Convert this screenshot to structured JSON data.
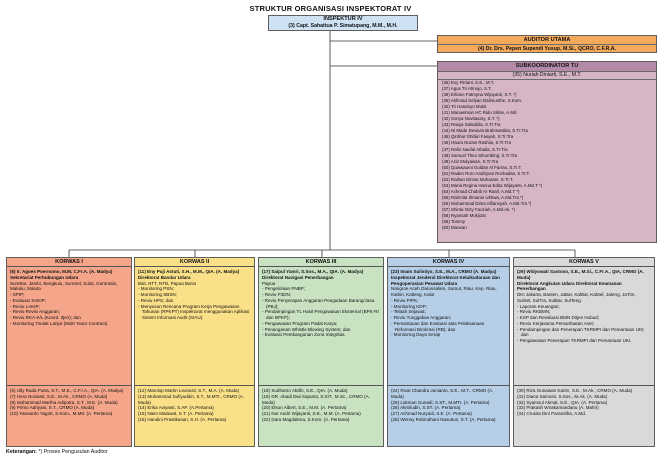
{
  "title": "STRUKTUR ORGANISASI INSPEKTORAT IV",
  "inspektur": {
    "role": "INSPEKTUR IV",
    "name": "(3) Capt. Sahattua P. Simatupang, M.M., M.H."
  },
  "auditor_utama": {
    "role": "AUDITOR UTAMA",
    "name": "(4) Dr. Drs. Pepen Supendi Yusup, M.Si., QCRO, C.F.R.A."
  },
  "subkoordinator": {
    "role": "SUBKOORDINATOR TU",
    "head": "(35) Nuriah Diniarti, S.E., M.T.",
    "staff": [
      "(36) Evy Fitriani, S.E., M.T.",
      "(37) Agus Tri Atmojo, S.T.",
      "(38) Erliane Fatmyna Wijayanti, S.T. *)",
      "(39) Akhmad Sofyan Dalimunthe, S.Kom.",
      "(40) Tri Handoyo Mukti",
      "(41) Manuelman HC Rido Sihite, A.Md",
      "(42) Sonya Novitasary, S.T. *)",
      "(43) Rasya Salsabila, S.Tr.Tra",
      "(44) Ni Made Dewivia Brahmantika, S.Tr.Tra",
      "(45) Qinthar Ghifari Fasyah, S.Tr.Tra",
      "(46) Haura Nurani Rashiia, S.Tr.Tra",
      "(47) Rafio Naufal Athalla, S.Tr.Tra",
      "(48) Samuel Theo Sihombing, S.Tr.Tra",
      "(49) Aziz Mulyawan, S.Tr.Tra",
      "(50) Quwwaumi Goldan Al Farras, S.Tr.T.",
      "(51) Raden Roro Andriyani Rochadita, S.Tr.T.",
      "(52) Raihan Dimas Muharam, S.Tr.T.",
      "(53) Maria Regina Hanna Edita Wijayanti, A.Md.T *)",
      "(54) Achmad Chabib Ar Raaif, A.Md.T *)",
      "(55) Rahmita Ihmanie Ukhwa, A.Md.Tra *)",
      "(56) Muhammad Dima Alfiansyah, A.Md.Tra *)",
      "(57) Shinta Octy Faoziah, A.Md.Ak. *)",
      "(58) Ryansah Mukjizat",
      "(59) Tommy",
      "(60) Marwan"
    ]
  },
  "korwas": [
    {
      "title": "KORWAS I",
      "head": "(5) Ir. Agoes Poernomo, M.M, C.Fr.A. (A. Madya)",
      "unit": "Sekretariat Perhubungan Udara",
      "region": "SumBar, Jambi, Bengkulu, SumSel, Sulut, Gorontalo, Maluku, Maluta",
      "tasks": [
        "SPIP;",
        "Evaluasi SAKIP;",
        "Reviu LAKIP;",
        "Reviu Revisi Anggaran;",
        "Reviu RKA-K/L (Koord. Itjen); dan",
        "Monitoring Tindak Lanjut (Multi Years Contract)."
      ],
      "staff": [
        "(6) Ully Rada Putra, S.T., M.E., C.F.r.A., QIA. (A. Madya)",
        "(7) Hera Novianti, S.E., M.Ak., CRMO (A. Muda)",
        "(8) Muhammad Martha Adiputra, S.T., M.E. (A. Muda)",
        "(9) Primo Adriyani, S.T., CRMO (A. Muda)",
        "(10) Yanoardo Yagob, S.Kom., M.Mtr. (A. Pertama)"
      ]
    },
    {
      "title": "KORWAS II",
      "head": "(11) Eny Puji Astuti, S.H., M.M., QIA. (A. Madya)",
      "unit": "Direktorat Bandar Udara",
      "region": "Bali, NTT, NTB, Papua Barat",
      "tasks": [
        "Monitoring PSN;",
        "Monitoring SBSN;",
        "Reviu HPS; dan",
        "Menyusun Rencana Program Kerja Pengawasan Tahunan (RPKPT) Inspektorat menggunakan Aplikasi Sistem Informasi Audit (SIAU)."
      ],
      "staff": [
        "(12) Marolop Martin Leonard, S.T., M.A. (A. Muda)",
        "(13) Muhammad Sofiyuddin, S.T., M.MTr., CRMO (A. Muda)",
        "(14) Erika Aviyanti, S.AP. (A.Pertama)",
        "(15) Naim Malawat, S.T. (A. Pertama)",
        "(16) Handini Prastikasari, S.H. (A. Pertama)"
      ]
    },
    {
      "title": "KORWAS III",
      "head": "(17) Saipul Yamri, S.Sos., M.A., QIA. (A. Madya)",
      "unit": "Direktorat Navigasi Penerbangan",
      "region": "Papua",
      "tasks": [
        "Pengelolaan PNBP;",
        "Reviu P3DN;",
        "Reviu Penyerapan Anggaran Pengadaan Barang/Jasa (PBJ);",
        "Pendampingan TL Hasil Pengawasan Eksternal (BPK-RI dan BPKP);",
        "Pengawasan Program Padat Karya;",
        "Penanganan Whistle Blowing System; dan",
        "Evaluasi Pembangunan Zona Integritas."
      ],
      "staff": [
        "(18) Sudharso Abdhi, S.E., QIA. (A. Muda)",
        "(19) DR. Abadi Dwi Saputra, S.SiT., M.Sc., CRMO (A. Muda)",
        "(20) Elson Albert, S.E., M.M. (A. Pertama)",
        "(21) Nur Andri Wijayanti, S.E., M.M. (A. Pertama)",
        "(22) Dara Magdalena, S.Kom. (A. Pertama)"
      ]
    },
    {
      "title": "KORWAS IV",
      "head": "(23) Imam Sulistiyo, S.E., M.A., CRMO (A. Madya)",
      "unit": "Inspektorat Jenderal Direktorat Kelaikudaraan dan Pengoperasian Pesawat Udara",
      "region": "Nangroe Aceh Darussalam, Sumut, Riau, Kep. Riau, Kaltim, Kalteng, Kalut",
      "tasks": [
        "Reviu PIPK;",
        "Monitoring KDP;",
        "Telaah Sejawat;",
        "Reviu Tunggakan Anggaran;",
        "Pemantauan dan Evaluasi atas Pelaksanaan Reformasi Birokrasi (RB); dan",
        "Monitoring Daya Serap"
      ],
      "staff": [
        "(24) Rivai Chandra Junianto, S.E., M.T., CRMO (A. Muda)",
        "(25) Lukman Gunadi, S.ST., M.MTr. (A. Pertama)",
        "(26) Akmiludin, S.ST. (A. Pertama)",
        "(27) Achmad Nuryadi, S.E. (A. Pertama)",
        "(28) Wenny Rahmdhani Nasution, S.T. (A. Pertama)"
      ]
    },
    {
      "title": "KORWAS V",
      "head": "(29) Widyowati Santoso, S.E., M.Si., C.Fr.A., QIA, CRMO (A. Muda)",
      "unit": "Direktorat Angkutan Udara Direktorat Keamanan Penerbangan",
      "region": "DKI Jakarta, Banten, JaBar, KalBar, KalSel, Jateng, JaTim, SulSel, SulTra, SulBar, SulTeng",
      "tasks": [
        "Laporan Keuangan;",
        "Reviu RKBMN;",
        "KSP dan Revaluasi BMN Ditjen Hubud;",
        "Reviu Kerjasama Pemanfaatan Aset;",
        "Pendampingan dan Penerapan TKRMPI dan Pemantuan UKI; dan",
        "Pengawasan Penerapan TKRMPI dan Pemantuan UKI."
      ],
      "staff": [
        "(30) Riza Gunawan Karim, S.E., M.Ak., CRMO (A. Muda)",
        "(31) Diana Samosir, S.Sos., M.Ak. (A. Muda)",
        "(32) Syamsul Akmal, S.E., QIA. (A. Pertama)",
        "(33) Prakash Wirakamandanu (A. Mahir)",
        "(34) Crusita Dini Paramitha, A.Md."
      ]
    }
  ],
  "legend": {
    "label": "Keterangan:",
    "text": "*) Proses Pengusulan Auditor"
  },
  "colors": {
    "inspektur": "#cfe2f3",
    "auditor": "#f4a95b",
    "subkoor": "#d6b5c7",
    "subkoor_hdr": "#9e6f93",
    "korwas": [
      "#f4a58a",
      "#fbe08a",
      "#c8e2c2",
      "#b7cfe6",
      "#d9d9d9"
    ]
  }
}
